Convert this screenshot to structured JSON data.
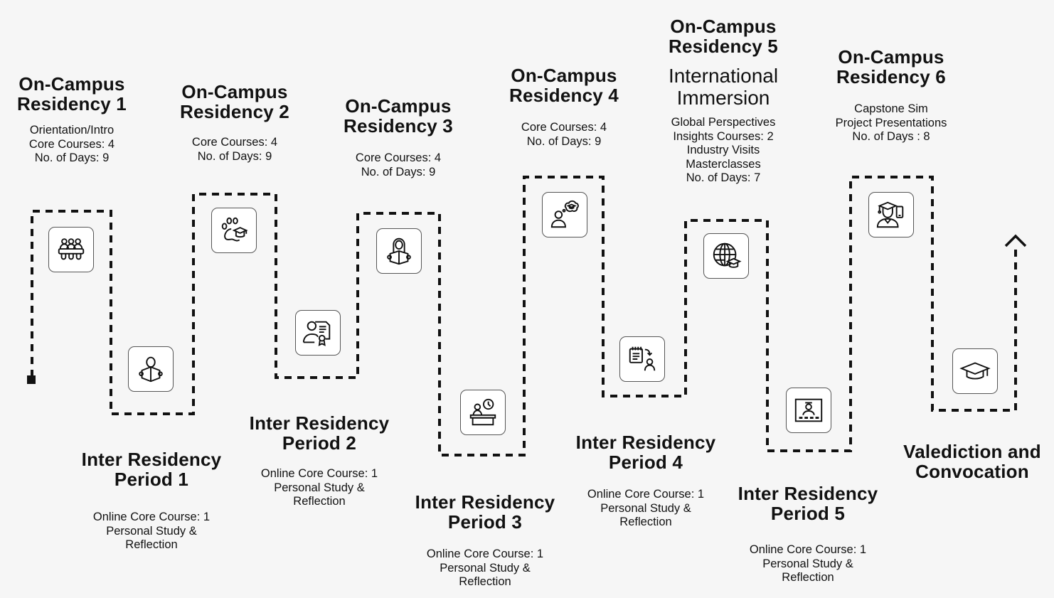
{
  "diagram": {
    "type": "program-journey-timeline",
    "colors": {
      "background": "#f6f6f6",
      "path": "#111111",
      "icon_box": "#ffffff",
      "text": "#111111"
    },
    "stages": [
      {
        "id": "ocr1",
        "title": "On-Campus Residency 1",
        "title_lines": [
          "On-Campus",
          "Residency 1"
        ],
        "details": [
          "Orientation/Intro",
          "Core Courses: 4",
          "No. of Days: 9"
        ],
        "icon": "classroom-group-icon"
      },
      {
        "id": "irp1",
        "title": "Inter Residency Period 1",
        "title_lines": [
          "Inter Residency",
          "Period 1"
        ],
        "details": [
          "Online Core Course: 1",
          "Personal Study &",
          "Reflection"
        ],
        "icon": "student-reading-book-icon"
      },
      {
        "id": "ocr2",
        "title": "On-Campus Residency 2",
        "title_lines": [
          "On-Campus",
          "Residency 2"
        ],
        "details": [
          "Core Courses: 4",
          "No. of Days: 9"
        ],
        "icon": "paw-graduation-cap-icon"
      },
      {
        "id": "irp2",
        "title": "Inter Residency Period 2",
        "title_lines": [
          "Inter Residency",
          "Period 2"
        ],
        "details": [
          "Online Core Course: 1",
          "Personal Study &",
          "Reflection"
        ],
        "icon": "person-certificate-icon"
      },
      {
        "id": "ocr3",
        "title": "On-Campus Residency 3",
        "title_lines": [
          "On-Campus",
          "Residency 3"
        ],
        "details": [
          "Core Courses: 4",
          "No. of Days: 9"
        ],
        "icon": "woman-reading-book-icon"
      },
      {
        "id": "irp3",
        "title": "Inter Residency Period 3",
        "title_lines": [
          "Inter Residency",
          "Period 3"
        ],
        "details": [
          "Online Core Course: 1",
          "Personal Study &",
          "Reflection"
        ],
        "icon": "person-desk-clock-icon"
      },
      {
        "id": "ocr4",
        "title": "On-Campus Residency 4",
        "title_lines": [
          "On-Campus",
          "Residency 4"
        ],
        "details": [
          "Core Courses: 4",
          "No. of Days: 9"
        ],
        "icon": "person-thinking-graduation-icon"
      },
      {
        "id": "irp4",
        "title": "Inter Residency Period 4",
        "title_lines": [
          "Inter Residency",
          "Period 4"
        ],
        "details": [
          "Online Core Course: 1",
          "Personal Study &",
          "Reflection"
        ],
        "icon": "notepad-to-person-icon"
      },
      {
        "id": "ocr5",
        "title": "On-Campus Residency 5",
        "title_lines": [
          "On-Campus",
          "Residency 5"
        ],
        "subtitle_lines": [
          "International",
          "Immersion"
        ],
        "details": [
          "Global Perspectives",
          "Insights Courses: 2",
          "Industry Visits",
          "Masterclasses",
          "No. of Days: 7"
        ],
        "icon": "globe-graduation-cap-icon"
      },
      {
        "id": "irp5",
        "title": "Inter Residency Period 5",
        "title_lines": [
          "Inter Residency",
          "Period 5"
        ],
        "details": [
          "Online Core Course: 1",
          "Personal Study &",
          "Reflection"
        ],
        "icon": "online-lecture-screen-icon"
      },
      {
        "id": "ocr6",
        "title": "On-Campus Residency 6",
        "title_lines": [
          "On-Campus",
          "Residency 6"
        ],
        "details": [
          "Capstone Sim",
          "Project Presentations",
          "No. of Days : 8"
        ],
        "icon": "graduate-with-phone-icon"
      },
      {
        "id": "vc",
        "title": "Valediction and Convocation",
        "title_lines": [
          "Valediction and",
          "Convocation"
        ],
        "details": [],
        "icon": "graduation-cap-icon"
      }
    ]
  }
}
